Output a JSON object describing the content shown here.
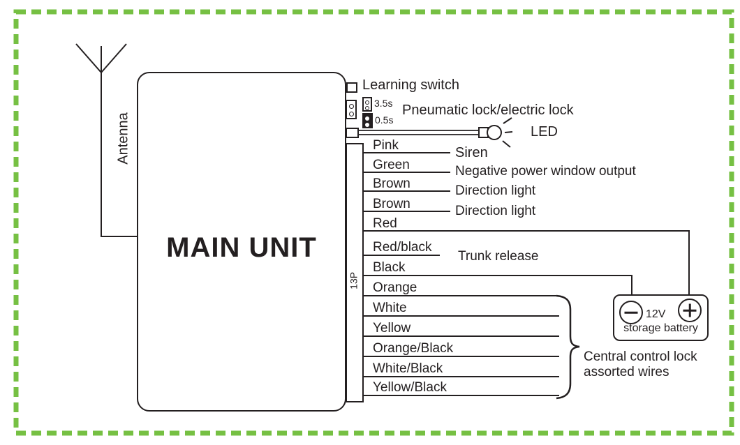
{
  "diagram": {
    "antenna_label": "Antenna",
    "main_unit_label": "MAIN UNIT",
    "connector_label": "13P",
    "learning_switch_label": "Learning switch",
    "jumper_options": {
      "top": "3.5s",
      "bottom": "0.5s"
    },
    "pneumatic_lock_label": "Pneumatic lock/electric lock",
    "led_label": "LED",
    "wires": [
      {
        "color": "Pink",
        "function": "Siren"
      },
      {
        "color": "Green",
        "function": "Negative power window output"
      },
      {
        "color": "Brown",
        "function": "Direction light"
      },
      {
        "color": "Brown",
        "function": "Direction light"
      },
      {
        "color": "Red",
        "function": ""
      },
      {
        "color": "Red/black",
        "function": "Trunk release"
      },
      {
        "color": "Black",
        "function": ""
      },
      {
        "color": "Orange",
        "function": ""
      },
      {
        "color": "White",
        "function": ""
      },
      {
        "color": "Yellow",
        "function": ""
      },
      {
        "color": "Orange/Black",
        "function": ""
      },
      {
        "color": "White/Black",
        "function": ""
      },
      {
        "color": "Yellow/Black",
        "function": ""
      }
    ],
    "brace_label": {
      "line1": "Central control lock",
      "line2": "assorted wires"
    },
    "battery": {
      "voltage": "12V",
      "name": "storage battery"
    },
    "colors": {
      "border_green": "#76c043",
      "ink": "#231f20"
    }
  }
}
